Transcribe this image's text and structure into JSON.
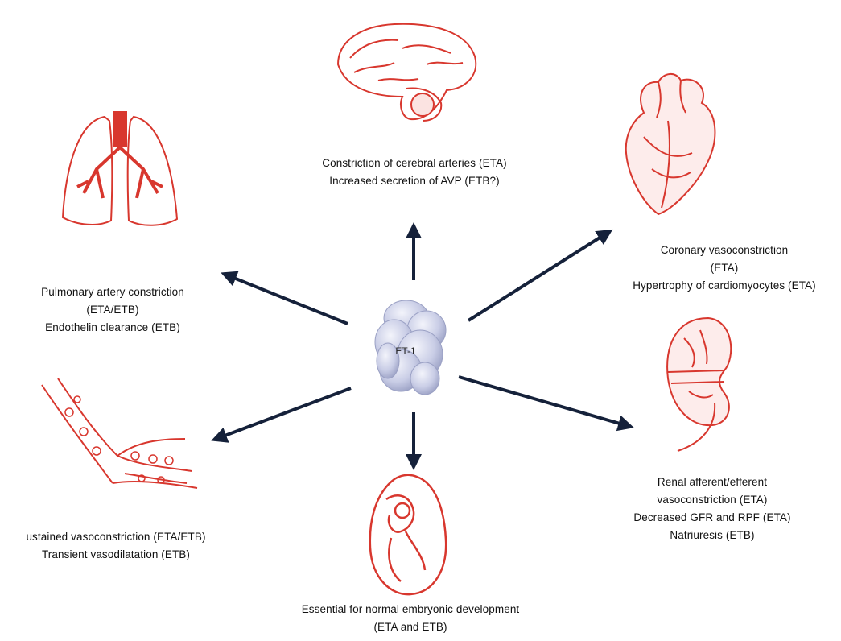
{
  "center": {
    "label": "ET-1"
  },
  "targets": {
    "brain": {
      "lines": [
        "Constriction of cerebral arteries (ETA)",
        "Increased secretion of AVP (ETB?)"
      ]
    },
    "heart": {
      "lines": [
        "Coronary vasoconstriction",
        "(ETA)",
        "Hypertrophy of cardiomyocytes (ETA)"
      ]
    },
    "lungs": {
      "lines": [
        "Pulmonary artery constriction",
        "(ETA/ETB)",
        "Endothelin clearance (ETB)"
      ]
    },
    "vessels": {
      "lines": [
        "ustained vasoconstriction (ETA/ETB)",
        "Transient vasodilatation (ETB)"
      ]
    },
    "kidney": {
      "lines": [
        "Renal afferent/efferent",
        "vasoconstriction (ETA)",
        "Decreased GFR and RPF (ETA)",
        "Natriuresis (ETB)"
      ]
    },
    "embryo": {
      "lines": [
        "Essential for normal embryonic development",
        "(ETA and ETB)"
      ]
    }
  },
  "colors": {
    "organ": "#d8372e",
    "arrow": "#15213a",
    "hub": "#c9cde6"
  }
}
